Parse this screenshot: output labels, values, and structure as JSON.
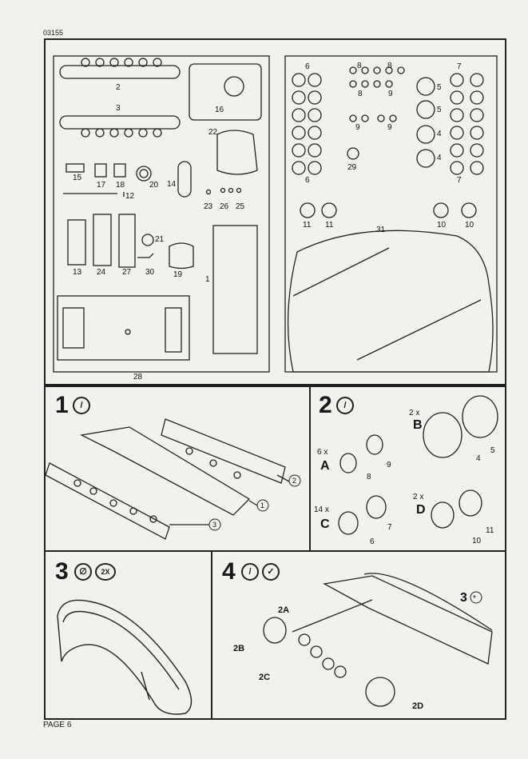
{
  "doc_code": "03155",
  "page_label": "PAGE 6",
  "sprue": {
    "parts": [
      "2",
      "3",
      "16",
      "22",
      "15",
      "17",
      "18",
      "20",
      "14",
      "12",
      "23",
      "26",
      "25",
      "21",
      "13",
      "24",
      "27",
      "30",
      "19",
      "1",
      "28",
      "6",
      "8",
      "8",
      "8",
      "9",
      "5",
      "7",
      "5",
      "9",
      "9",
      "4",
      "29",
      "4",
      "6",
      "7",
      "11",
      "11",
      "31",
      "10",
      "10"
    ]
  },
  "steps": [
    {
      "number": "1",
      "callouts": [
        "1",
        "2",
        "3"
      ]
    },
    {
      "number": "2",
      "groups": [
        {
          "qty": "6 x",
          "letter": "A",
          "parts": [
            "8",
            "9"
          ]
        },
        {
          "qty": "2 x",
          "letter": "B",
          "parts": [
            "4",
            "5"
          ]
        },
        {
          "qty": "14 x",
          "letter": "C",
          "parts": [
            "6",
            "7"
          ]
        },
        {
          "qty": "2 x",
          "letter": "D",
          "parts": [
            "10",
            "11"
          ]
        }
      ]
    },
    {
      "number": "3",
      "qty_badge": "2X"
    },
    {
      "number": "4",
      "labels": [
        "2A",
        "2B",
        "2C",
        "2D",
        "3"
      ]
    }
  ]
}
